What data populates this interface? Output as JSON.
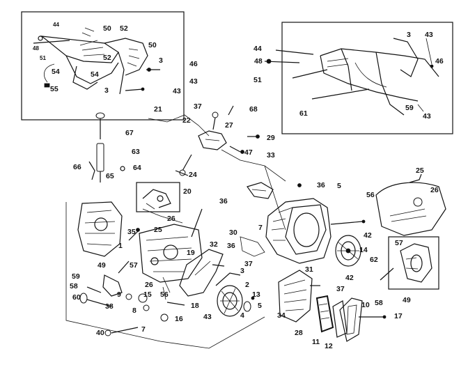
{
  "callouts": [
    "44",
    "50",
    "52",
    "50",
    "48",
    "51",
    "52",
    "3",
    "54",
    "54",
    "46",
    "55",
    "3",
    "43",
    "43",
    "21",
    "22",
    "44",
    "3",
    "43",
    "48",
    "46",
    "51",
    "61",
    "59",
    "43",
    "37",
    "68",
    "27",
    "29",
    "67",
    "63",
    "47",
    "33",
    "66",
    "64",
    "65",
    "24",
    "20",
    "36",
    "5",
    "36",
    "25",
    "26",
    "56",
    "35",
    "25",
    "26",
    "1",
    "19",
    "32",
    "30",
    "7",
    "42",
    "36",
    "57",
    "49",
    "57",
    "37",
    "3",
    "14",
    "62",
    "59",
    "58",
    "60",
    "9",
    "15",
    "26",
    "56",
    "38",
    "8",
    "7",
    "40",
    "18",
    "16",
    "43",
    "2",
    "13",
    "31",
    "37",
    "42",
    "5",
    "4",
    "58",
    "49",
    "34",
    "28",
    "11",
    "12",
    "10",
    "17"
  ]
}
